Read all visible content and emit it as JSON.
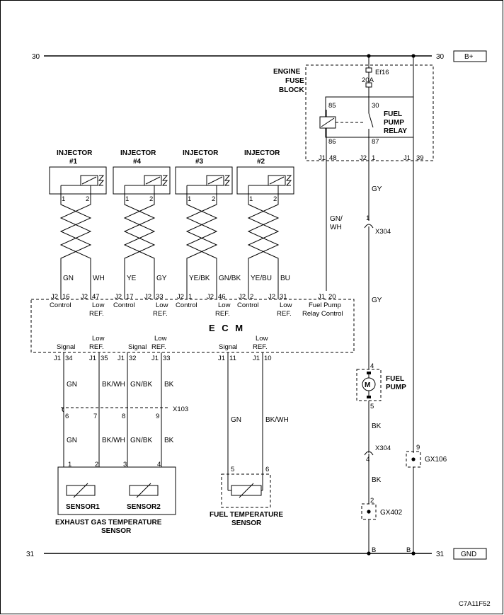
{
  "bus": {
    "top_num": "30",
    "top_num_right": "30",
    "top_label": "B+",
    "bottom_num": "31",
    "bottom_num_right": "31",
    "bottom_label": "GND"
  },
  "fuse_block": {
    "title_l1": "ENGINE",
    "title_l2": "FUSE",
    "title_l3": "BLOCK",
    "fuse_name": "Ef16",
    "fuse_rating": "20A"
  },
  "relay": {
    "title_l1": "FUEL",
    "title_l2": "PUMP",
    "title_l3": "RELAY",
    "pin85": "85",
    "pin30": "30",
    "pin86": "86",
    "pin87": "87",
    "conn1_name": "J1",
    "conn1_pin": "48",
    "conn2_name": "J2",
    "conn2_pin": "1",
    "conn3_name": "J1",
    "conn3_pin": "39"
  },
  "injectors": [
    {
      "title_l1": "INJECTOR",
      "title_l2": "#1",
      "pin1": "1",
      "pin2": "2",
      "wire1": "GN",
      "wire2": "WH",
      "c1": "J2",
      "p1": "16",
      "c2": "J2",
      "p2": "47"
    },
    {
      "title_l1": "INJECTOR",
      "title_l2": "#4",
      "pin1": "1",
      "pin2": "2",
      "wire1": "YE",
      "wire2": "GY",
      "c1": "J2",
      "p1": "17",
      "c2": "J2",
      "p2": "33"
    },
    {
      "title_l1": "INJECTOR",
      "title_l2": "#3",
      "pin1": "1",
      "pin2": "2",
      "wire1": "YE/BK",
      "wire2": "GN/BK",
      "c1": "J2",
      "p1": "1",
      "c2": "J2",
      "p2": "46"
    },
    {
      "title_l1": "INJECTOR",
      "title_l2": "#2",
      "pin1": "1",
      "pin2": "2",
      "wire1": "YE/BU",
      "wire2": "BU",
      "c1": "J2",
      "p1": "2",
      "c2": "J2",
      "p2": "31"
    }
  ],
  "ecm": {
    "name": "E C M",
    "control": "Control",
    "low": "Low",
    "ref": "REF.",
    "signal": "Signal",
    "relay_c": "J1",
    "relay_p": "20",
    "relay_l1": "Fuel Pump",
    "relay_l2": "Relay Control",
    "relay_wire_l1": "GN/",
    "relay_wire_l2": "WH"
  },
  "egt": {
    "pins": [
      {
        "c": "J1",
        "p": "34",
        "upper": "GN",
        "cpin": "6",
        "lower": "GN",
        "spin": "1"
      },
      {
        "c": "J1",
        "p": "35",
        "upper": "BK/WH",
        "cpin": "7",
        "lower": "BK/WH",
        "spin": "2"
      },
      {
        "c": "J1",
        "p": "32",
        "upper": "GN/BK",
        "cpin": "8",
        "lower": "GN/BK",
        "spin": "3"
      },
      {
        "c": "J1",
        "p": "33",
        "upper": "BK",
        "cpin": "9",
        "lower": "BK",
        "spin": "4"
      }
    ],
    "connector": "X103",
    "sensor1": "SENSOR1",
    "sensor2": "SENSOR2",
    "title_l1": "EXHAUST GAS TEMPERATURE",
    "title_l2": "SENSOR"
  },
  "fts": {
    "pins": [
      {
        "c": "J1",
        "p": "11",
        "wire": "GN",
        "spin": "5"
      },
      {
        "c": "J1",
        "p": "10",
        "wire": "BK/WH",
        "spin": "6"
      }
    ],
    "title_l1": "FUEL TEMPERATURE",
    "title_l2": "SENSOR"
  },
  "pump": {
    "wire_top": "GY",
    "x304_pin1": "1",
    "x304": "X304",
    "wire_mid": "GY",
    "pin_top": "4",
    "pin_bottom": "5",
    "title_l1": "FUEL",
    "title_l2": "PUMP",
    "wire_bk1": "BK",
    "x304b_pin": "4",
    "x304b": "X304",
    "wire_bk2": "BK",
    "gx402_pin": "2",
    "gx402": "GX402",
    "gx106_pin": "9",
    "gx106": "GX106",
    "ground_b1": "B",
    "ground_b2": "B"
  },
  "footer": {
    "code": "C7A11F52"
  }
}
